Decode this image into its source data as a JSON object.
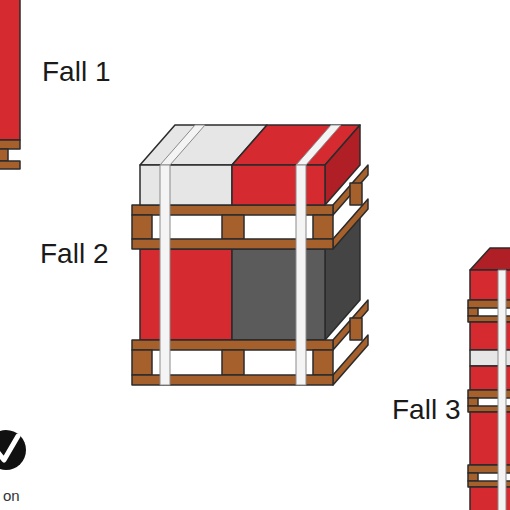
{
  "diagram": {
    "labels": [
      "Fall 1",
      "Fall 2",
      "Fall 3",
      "on"
    ]
  }
}
